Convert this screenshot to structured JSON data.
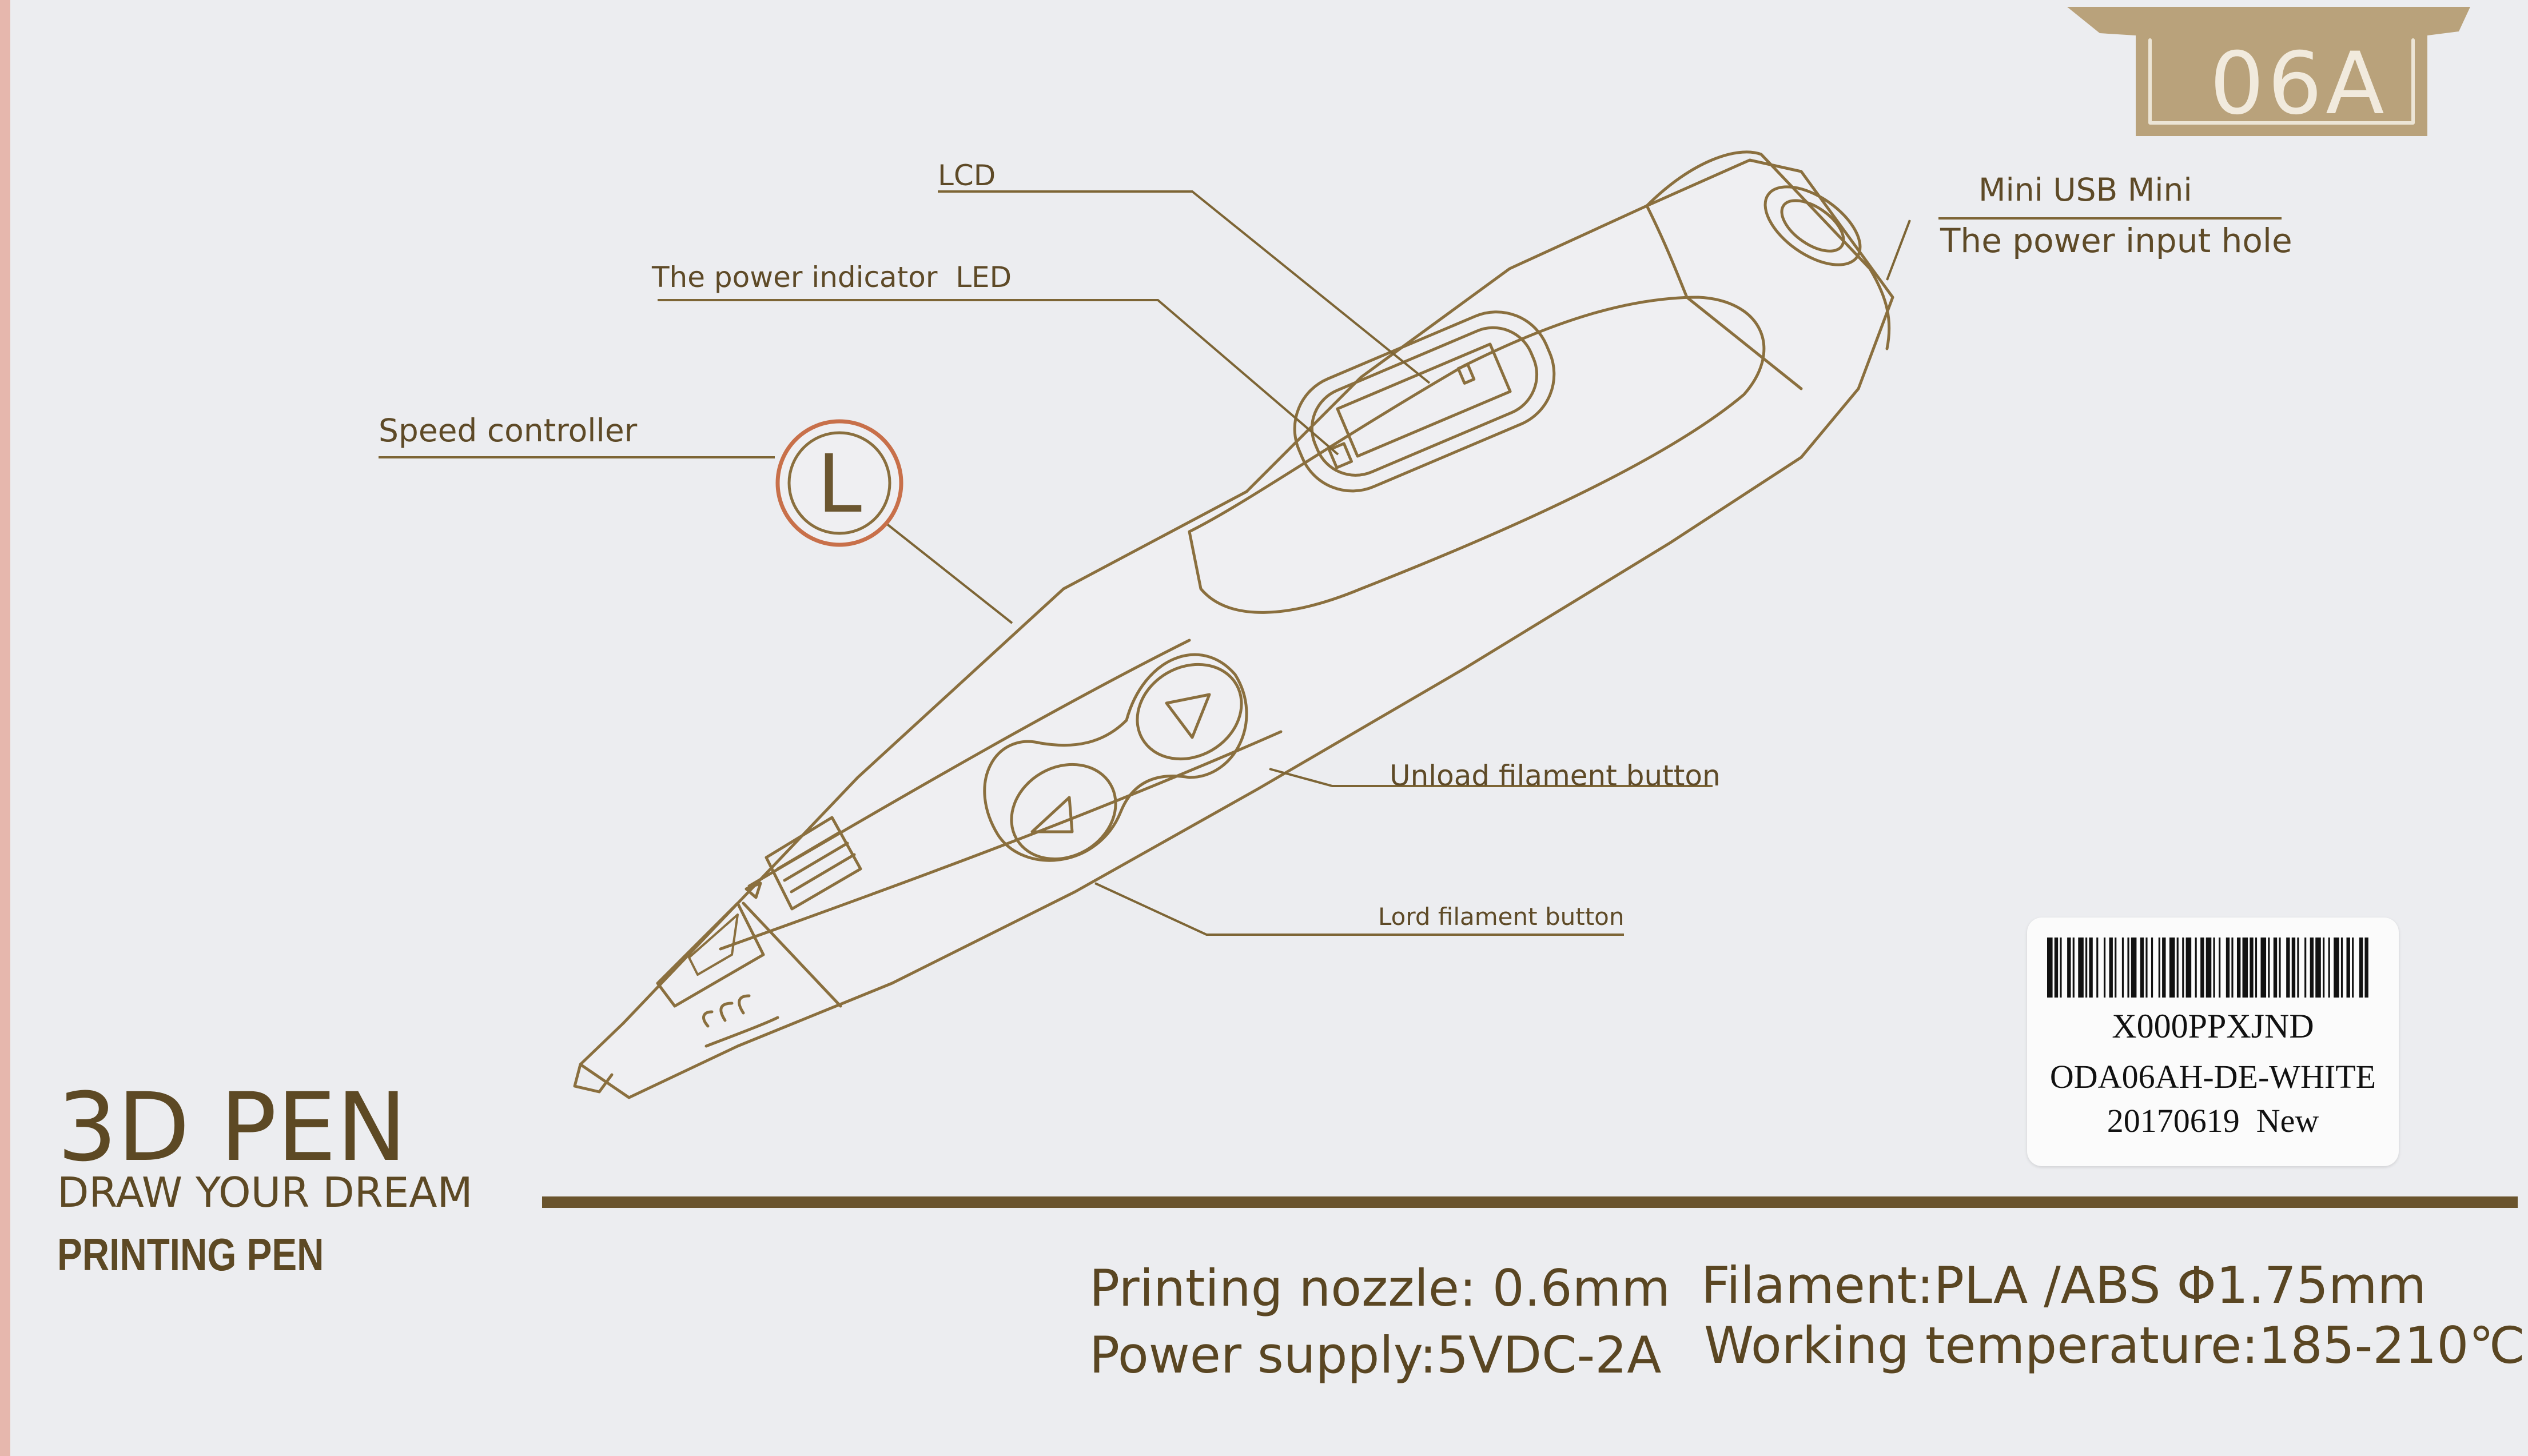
{
  "model": "06A",
  "callouts": {
    "lcd": "LCD",
    "power_indicator": "The power indicator  LED",
    "speed_controller": "Speed controller",
    "usb_line1": "Mini USB Mini",
    "usb_line2": "The power input hole",
    "unload": "Unload filament button",
    "load": "Lord filament button"
  },
  "speed_button_letter": "L",
  "brand": {
    "title": "3D PEN",
    "tagline": "DRAW YOUR DREAM",
    "subtitle": "PRINTING PEN"
  },
  "specs": {
    "nozzle": "Printing nozzle: 0.6mm",
    "power": "Power supply:5VDC-2A",
    "filament": "Filament:PLA /ABS Φ1.75mm",
    "temperature": "Working temperature:185-210℃"
  },
  "sticker": {
    "code": "X000PPXJND",
    "sku": "ODA06AH-DE-WHITE",
    "date_condition": "20170619  New"
  },
  "colors": {
    "background": "#ecedf0",
    "line_art": "#8a6f3e",
    "badge": "#b9a27b",
    "text": "#5d4924",
    "speed_ring": "#c8704a"
  }
}
